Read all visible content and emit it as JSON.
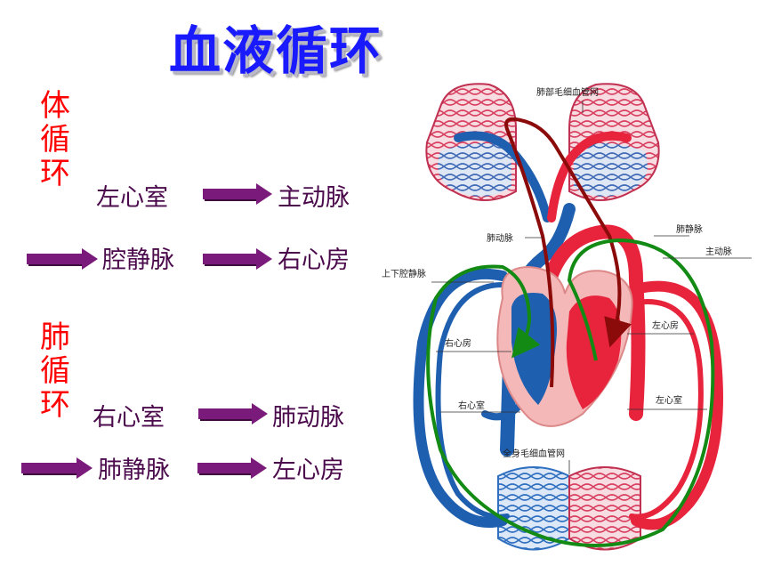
{
  "title": "血液循环",
  "systemic": {
    "label_chars": [
      "体",
      "循",
      "环"
    ],
    "steps": [
      "左心室",
      "主动脉",
      "腔静脉",
      "右心房"
    ]
  },
  "pulmonary": {
    "label_chars": [
      "肺",
      "循",
      "环"
    ],
    "steps": [
      "右心室",
      "肺动脉",
      "肺静脉",
      "左心房"
    ]
  },
  "diagram_labels": {
    "lung_capillaries": "肺部毛细血管网",
    "pulmonary_artery": "肺动脉",
    "pulmonary_vein": "肺静脉",
    "aorta": "主动脉",
    "vena_cava": "上下腔静脉",
    "right_atrium": "右心房",
    "left_atrium": "左心房",
    "right_ventricle": "右心室",
    "left_ventricle": "左心室",
    "body_capillaries": "全身毛细血管网"
  },
  "colors": {
    "title": "#1a1aff",
    "vertical_label": "#ff0000",
    "step_text": "#4b0a4b",
    "arrow": "#7a1a7a",
    "artery": "#e8233c",
    "vein": "#1f5fb0",
    "pulmonary_path": "#8b0a0a",
    "systemic_path": "#138a13"
  }
}
